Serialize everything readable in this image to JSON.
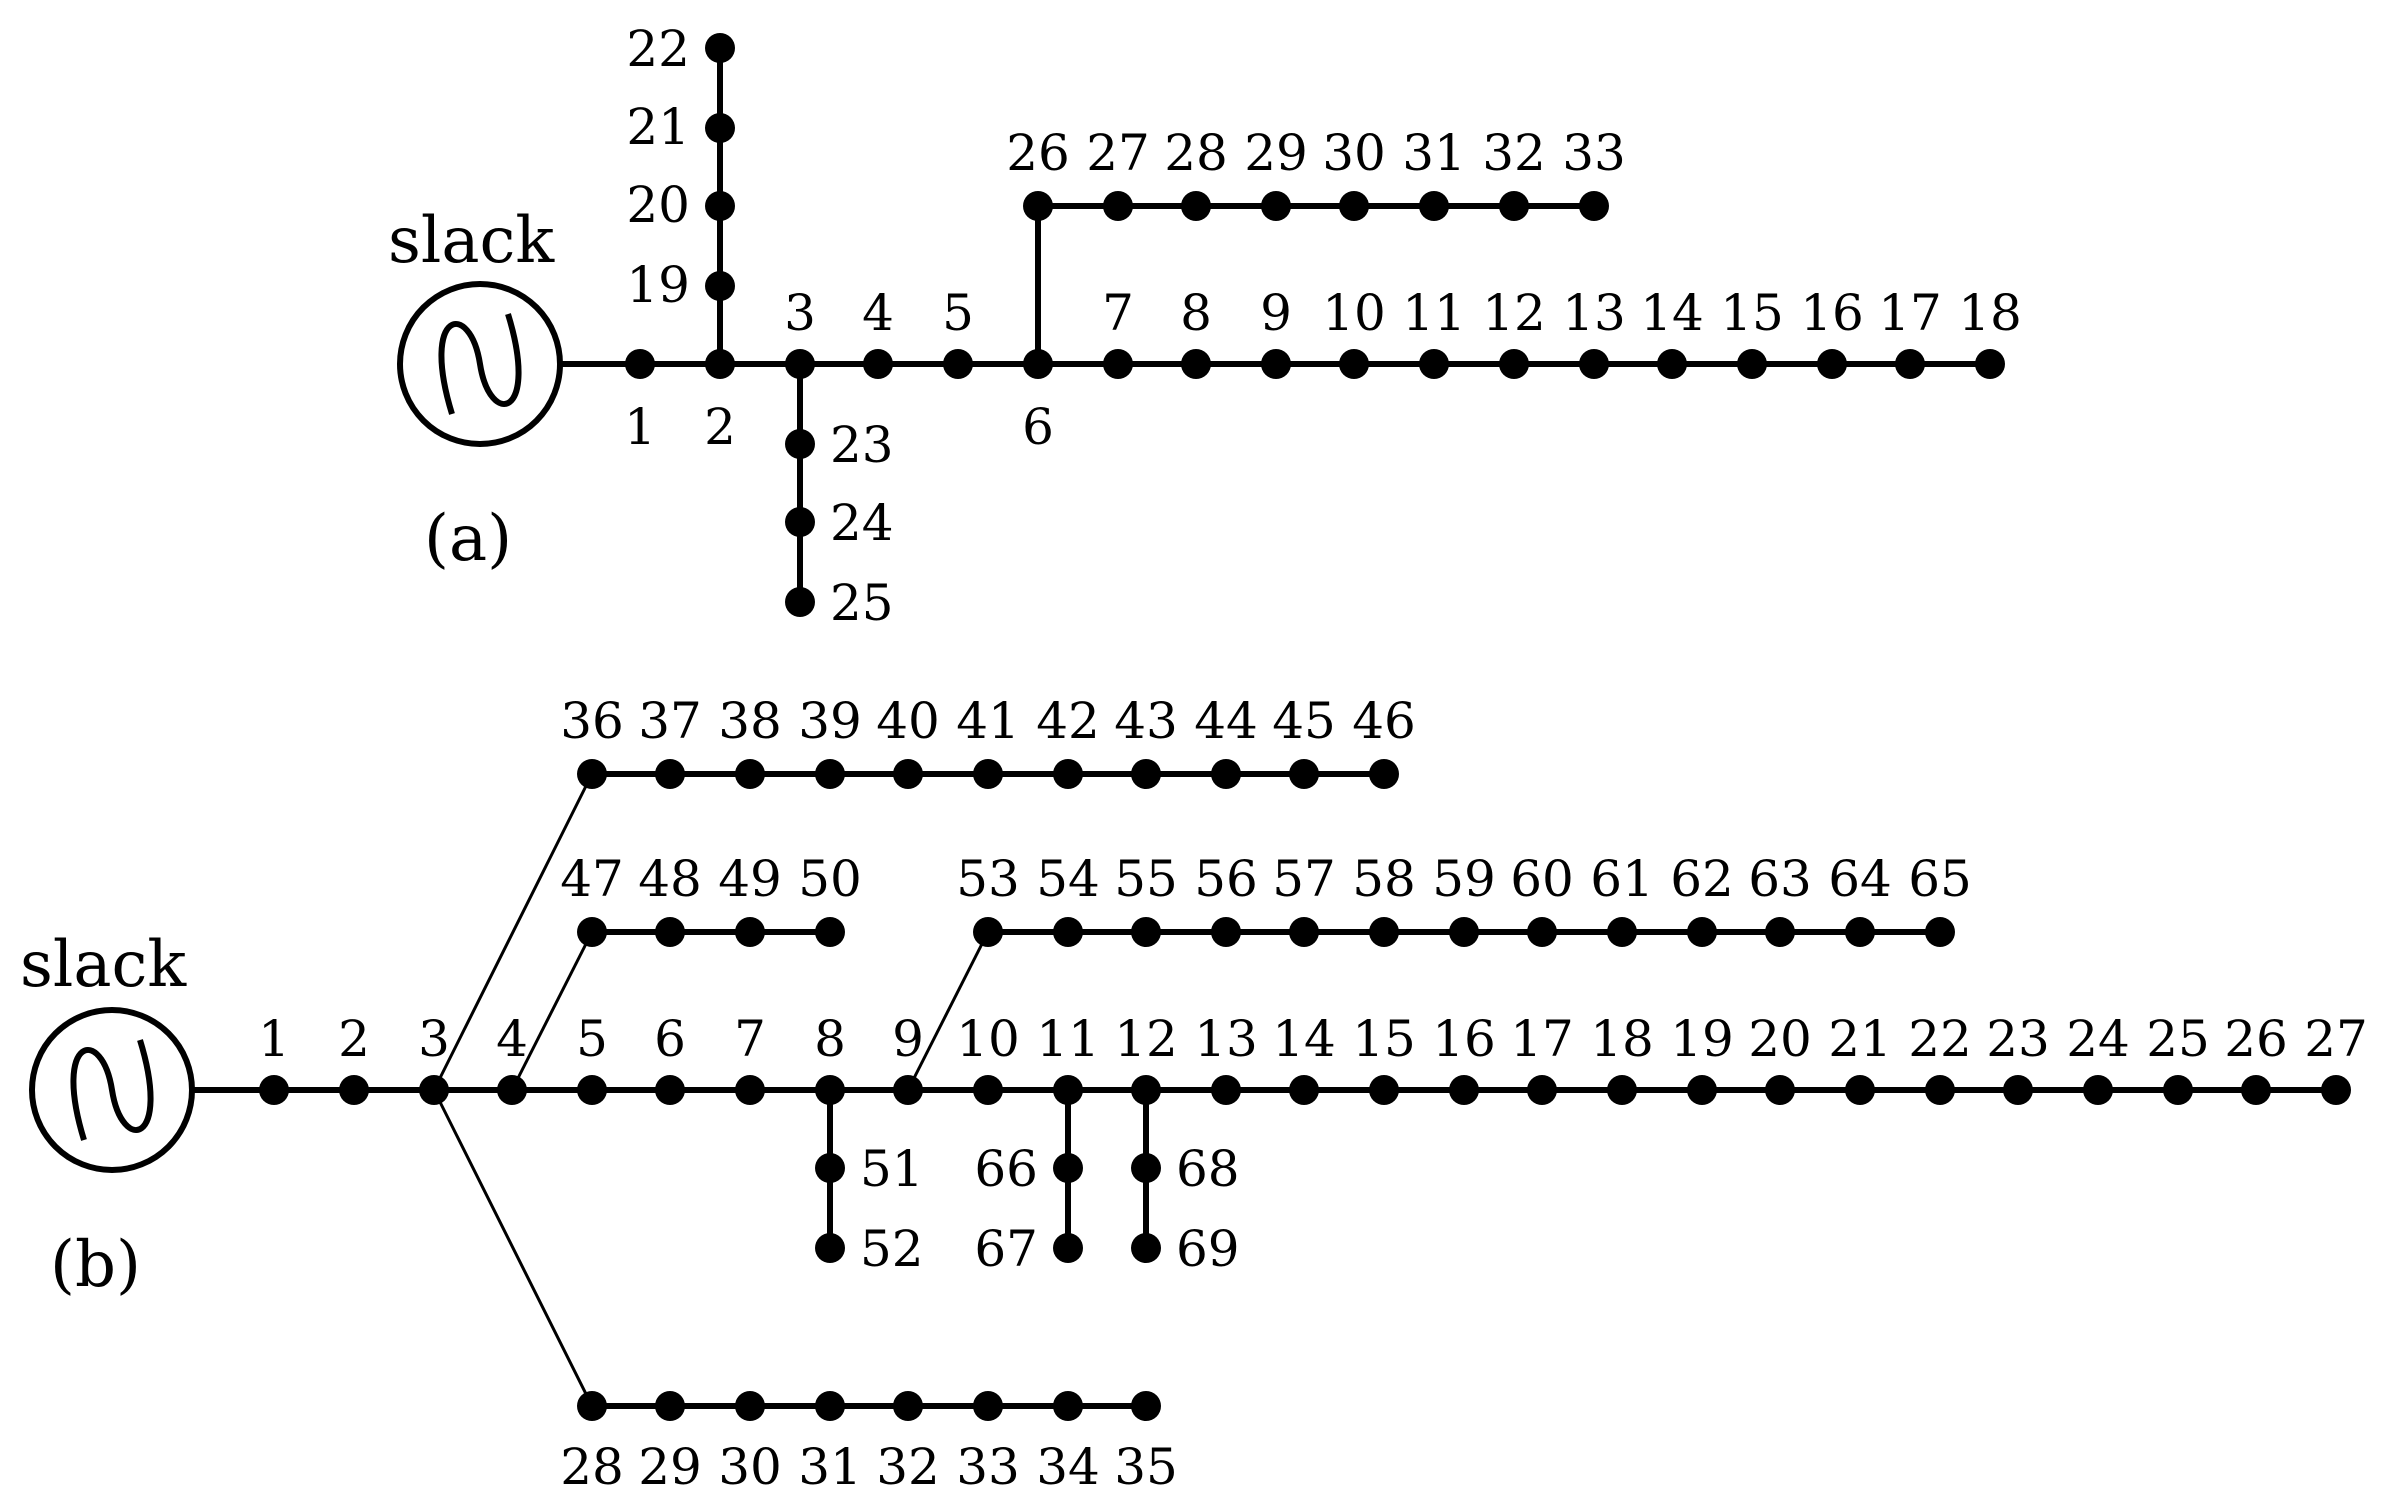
{
  "panels": {
    "a": {
      "label": "(a)",
      "slack_label": "slack",
      "generator_icon": "sine-source-icon"
    },
    "b": {
      "label": "(b)",
      "slack_label": "slack",
      "generator_icon": "sine-source-icon"
    }
  },
  "feeder_a": {
    "main": [
      "1",
      "2",
      "3",
      "4",
      "5",
      "6",
      "7",
      "8",
      "9",
      "10",
      "11",
      "12",
      "13",
      "14",
      "15",
      "16",
      "17",
      "18"
    ],
    "branch_bus2_up": [
      "19",
      "20",
      "21",
      "22"
    ],
    "branch_bus3_down": [
      "23",
      "24",
      "25"
    ],
    "branch_bus6": [
      "26",
      "27",
      "28",
      "29",
      "30",
      "31",
      "32",
      "33"
    ]
  },
  "feeder_b": {
    "main": [
      "1",
      "2",
      "3",
      "4",
      "5",
      "6",
      "7",
      "8",
      "9",
      "10",
      "11",
      "12",
      "13",
      "14",
      "15",
      "16",
      "17",
      "18",
      "19",
      "20",
      "21",
      "22",
      "23",
      "24",
      "25",
      "26",
      "27"
    ],
    "branch_top": [
      "36",
      "37",
      "38",
      "39",
      "40",
      "41",
      "42",
      "43",
      "44",
      "45",
      "46"
    ],
    "branch_bottom": [
      "28",
      "29",
      "30",
      "31",
      "32",
      "33",
      "34",
      "35"
    ],
    "branch_bus4": [
      "47",
      "48",
      "49",
      "50"
    ],
    "branch_bus9": [
      "53",
      "54",
      "55",
      "56",
      "57",
      "58",
      "59",
      "60",
      "61",
      "62",
      "63",
      "64",
      "65"
    ],
    "branch_bus8": [
      "51",
      "52"
    ],
    "branch_bus11": [
      "66",
      "67"
    ],
    "branch_bus12": [
      "68",
      "69"
    ]
  },
  "colors": {
    "line": "#000000",
    "node": "#000000",
    "background": "#ffffff"
  }
}
